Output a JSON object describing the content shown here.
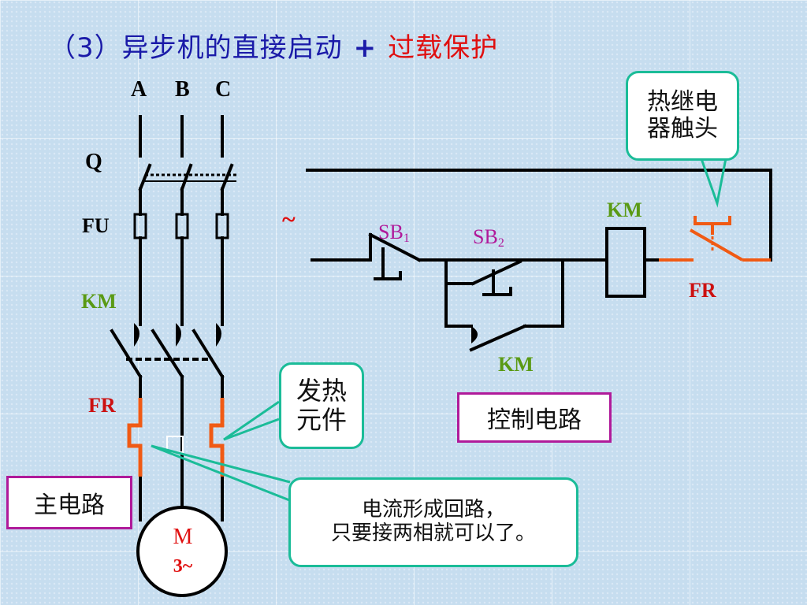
{
  "title": {
    "number": "（3）",
    "main": "异步机的直接启动",
    "plus": "+",
    "highlight": "过载保护"
  },
  "main_circuit": {
    "phases": [
      "A",
      "B",
      "C"
    ],
    "switch_label": "Q",
    "fuse_label": "FU",
    "contactor_label": "KM",
    "thermal_label": "FR",
    "motor_label": "M",
    "motor_sub": "3~",
    "box_label": "主电路"
  },
  "control_circuit": {
    "source_symbol": "~",
    "stop_button": "SB",
    "stop_button_sub": "1",
    "start_button": "SB",
    "start_button_sub": "2",
    "coil_label": "KM",
    "aux_contact_label": "KM",
    "relay_contact_label": "FR",
    "box_label": "控制电路"
  },
  "callouts": {
    "relay_contact": [
      "热继电",
      "器触头"
    ],
    "heating_element": [
      "发热",
      "元件"
    ],
    "note": [
      "电流形成回路，",
      "只要接两相就可以了。"
    ]
  },
  "colors": {
    "title_blue": "#1a1aa8",
    "highlight_red": "#e01010",
    "thermal_orange": "#f05a14",
    "label_green": "#5a9a14",
    "callout_border": "#1bbc98",
    "box_magenta": "#b01a9a"
  }
}
